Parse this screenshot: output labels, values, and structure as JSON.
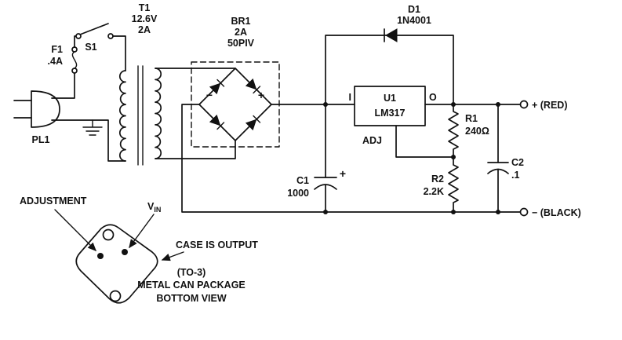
{
  "page": {
    "background": "#ffffff",
    "ink": "#111111"
  },
  "schematic": {
    "plug": {
      "ref": "PL1"
    },
    "fuse": {
      "ref": "F1",
      "value": ".4A"
    },
    "switch": {
      "ref": "S1"
    },
    "transformer": {
      "ref": "T1",
      "voltage": "12.6V",
      "current": "2A"
    },
    "bridge": {
      "ref": "BR1",
      "current": "2A",
      "piv": "50PIV",
      "neg": "−",
      "pos": "+"
    },
    "diode": {
      "ref": "D1",
      "part": "1N4001"
    },
    "regulator": {
      "ref": "U1",
      "part": "LM317",
      "pin_in": "I",
      "pin_out": "O",
      "pin_adj": "ADJ"
    },
    "c1": {
      "ref": "C1",
      "value": "1000",
      "polarity": "+"
    },
    "r1": {
      "ref": "R1",
      "value": "240Ω"
    },
    "r2": {
      "ref": "R2",
      "value": "2.2K"
    },
    "c2": {
      "ref": "C2",
      "value": ".1"
    },
    "output_pos": "+ (RED)",
    "output_neg": "− (BLACK)"
  },
  "package_view": {
    "pin_adjustment": "ADJUSTMENT",
    "pin_vin_main": "V",
    "pin_vin_sub": "IN",
    "case_note": "CASE IS OUTPUT",
    "package_type": "(TO-3)",
    "package_name": "METAL CAN PACKAGE",
    "view": "BOTTOM VIEW"
  }
}
